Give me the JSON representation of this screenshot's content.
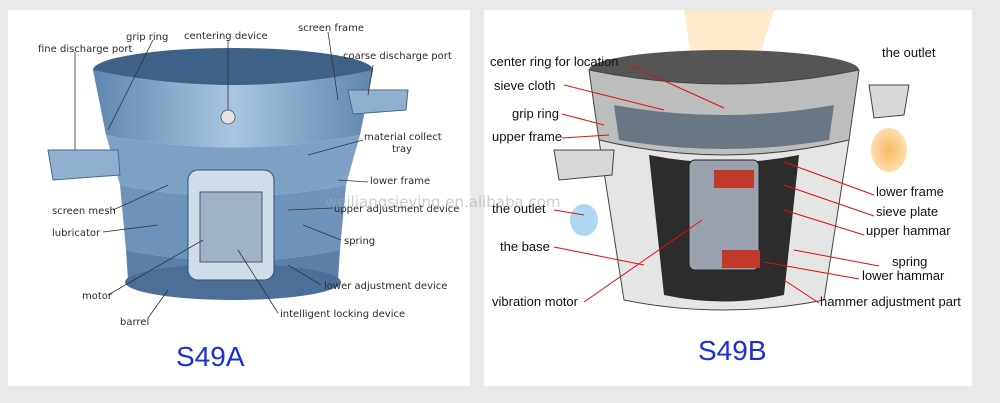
{
  "watermark": "weiliangsieving.en.alibaba.com",
  "panel_a": {
    "model": "S49A",
    "labels": {
      "fine_discharge_port": "fine discharge port",
      "grip_ring": "grip ring",
      "centering_device": "centering device",
      "screen_frame": "screen frame",
      "coarse_discharge_port": "coarse discharge port",
      "material_collect_tray": "material collect",
      "material_collect_tray_2": "tray",
      "lower_frame": "lower frame",
      "screen_mesh": "screen mesh",
      "upper_adjustment_device": "upper adjustment device",
      "lubricator": "lubricator",
      "spring": "spring",
      "lower_adjustment_device": "lower adjustment device",
      "motor": "motor",
      "intelligent_locking_device": "intelligent locking device",
      "barrel": "barrel"
    }
  },
  "panel_b": {
    "model": "S49B",
    "labels": {
      "center_ring": "center ring for location",
      "sieve_cloth": "sieve cloth",
      "grip_ring": "grip ring",
      "upper_frame": "upper frame",
      "the_outlet_top": "the outlet",
      "the_outlet_left": "the outlet",
      "the_base": "the base",
      "vibration_motor": "vibration motor",
      "lower_frame": "lower frame",
      "sieve_plate": "sieve plate",
      "upper_hammar": "upper hammar",
      "spring": "spring",
      "lower_hammar": "lower hammar",
      "hammer_adjustment_part": "hammer adjustment part"
    }
  }
}
